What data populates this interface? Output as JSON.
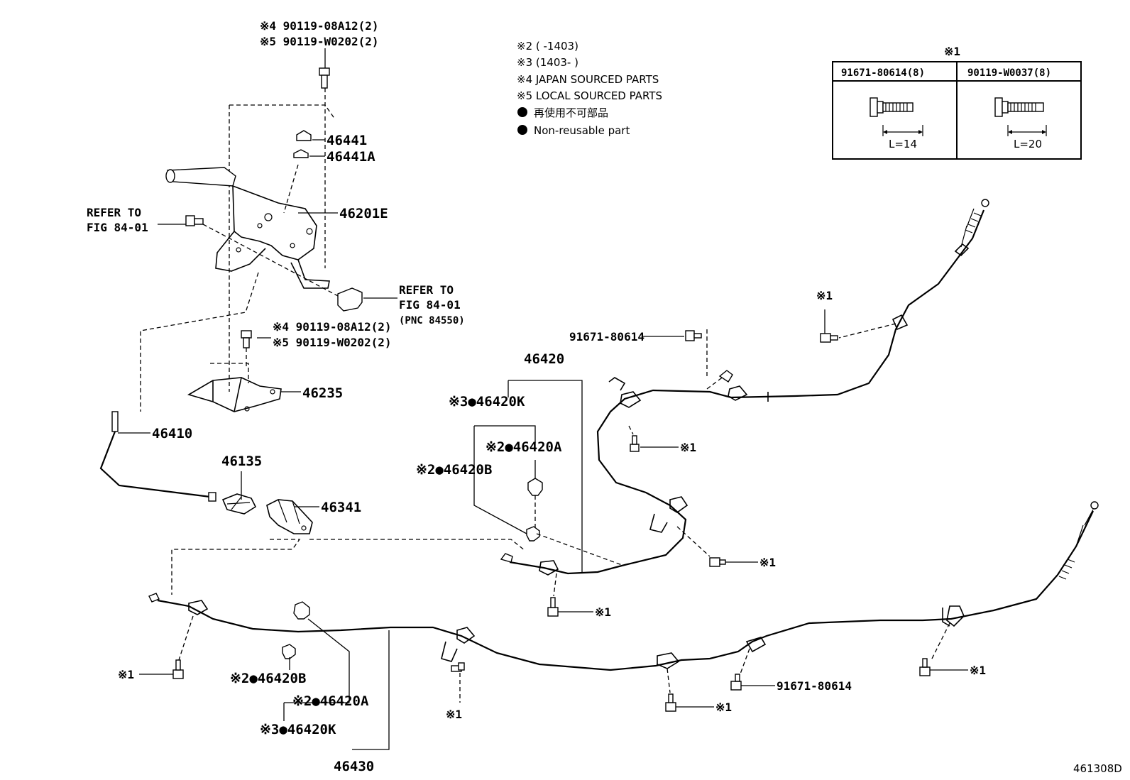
{
  "legend": {
    "line1": "※2 (      -1403)",
    "line2": "※3 (1403-      )",
    "line3": "※4 JAPAN SOURCED PARTS",
    "line4": "※5 LOCAL SOURCED PARTS",
    "line5": "再使用不可部品",
    "line6": "Non-reusable part"
  },
  "bolt_table": {
    "title": "※1",
    "col1_header": "91671-80614(8)",
    "col2_header": "90119-W0037(8)",
    "col1_len": "L=14",
    "col2_len": "L=20"
  },
  "labels": {
    "top_bolt_a": "※4 90119-08A12(2)",
    "top_bolt_b": "※5 90119-W0202(2)",
    "p46441": "46441",
    "p46441a": "46441A",
    "p46201e": "46201E",
    "refer1_a": "REFER TO",
    "refer1_b": "FIG 84-01",
    "refer2_a": "REFER TO",
    "refer2_b": "FIG 84-01",
    "refer2_c": "(PNC 84550)",
    "mid_bolt_a": "※4 90119-08A12(2)",
    "mid_bolt_b": "※5 90119-W0202(2)",
    "p46235": "46235",
    "p46410": "46410",
    "p46135": "46135",
    "p46341": "46341",
    "p46420": "46420",
    "p46420k_top": "※3●46420K",
    "p46420a_top": "※2●46420A",
    "p46420b_top": "※2●46420B",
    "bolt_91671_top": "91671-80614",
    "x1_a": "※1",
    "x1_b": "※1",
    "x1_c": "※1",
    "x1_d": "※1",
    "x1_e": "※1",
    "x1_f": "※1",
    "x1_g": "※1",
    "x1_h": "※1",
    "p46420b_bot": "※2●46420B",
    "p46420a_bot": "※2●46420A",
    "p46420k_bot": "※3●46420K",
    "p46430": "46430",
    "bolt_91671_bot": "91671-80614",
    "diagram_id": "461308D"
  }
}
